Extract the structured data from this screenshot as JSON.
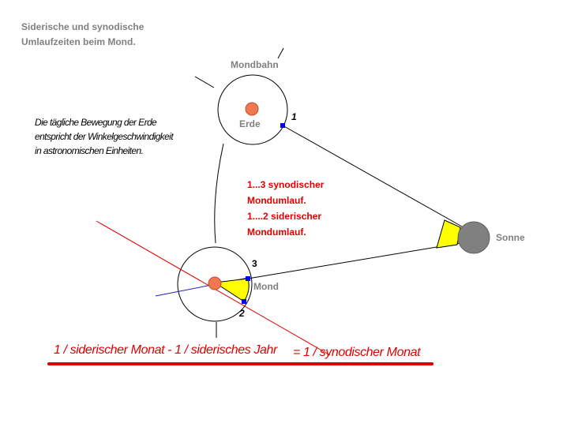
{
  "title": {
    "line1": "Siderische und synodische",
    "line2": "Umlaufzeiten beim Mond."
  },
  "note": {
    "line1": "Die tägliche Bewegung der Erde",
    "line2": "entspricht der Winkelgeschwindigkeit",
    "line3": "in astronomischen Einheiten."
  },
  "labels": {
    "mondbahn": "Mondbahn",
    "erde": "Erde",
    "sonne": "Sonne",
    "mond": "Mond"
  },
  "points": {
    "p1": "1",
    "p2": "2",
    "p3": "3"
  },
  "red_text": {
    "line1": "1...3 synodischer",
    "line2": "Mondumlauf.",
    "line3": "1....2 siderischer",
    "line4": "Mondumlauf."
  },
  "formula": {
    "left": "1 / siderischer Monat - 1 / siderisches Jahr",
    "right": "= 1 / synodischer Monat"
  },
  "colors": {
    "sun": "#808080",
    "earth": "#f07850",
    "highlight": "#ffff00",
    "marker": "#0000ff",
    "red": "#e00000",
    "text_gray": "#808080"
  }
}
